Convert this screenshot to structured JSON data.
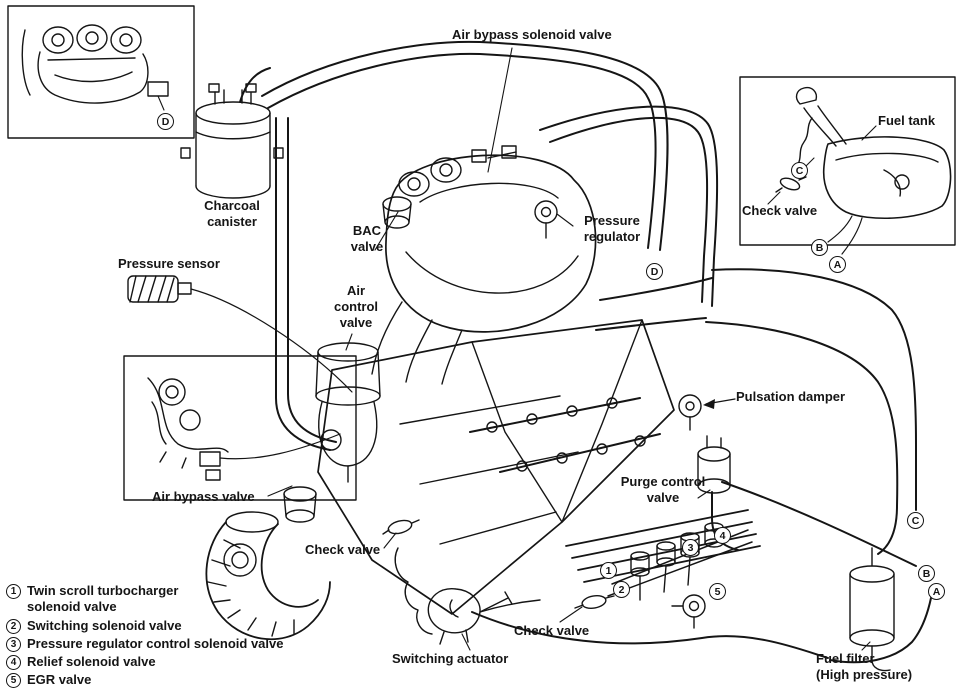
{
  "labels": {
    "air_bypass_solenoid_valve": "Air bypass solenoid valve",
    "fuel_tank": "Fuel tank",
    "check_valve_tank": "Check valve",
    "charcoal_canister": "Charcoal\ncanister",
    "bac_valve": "BAC\nvalve",
    "pressure_regulator": "Pressure\nregulator",
    "pressure_sensor": "Pressure sensor",
    "air_control_valve": "Air\ncontrol\nvalve",
    "pulsation_damper": "Pulsation damper",
    "air_bypass_valve": "Air bypass valve",
    "purge_control_valve": "Purge control\nvalve",
    "check_valve_center": "Check valve",
    "check_valve_bottom": "Check valve",
    "switching_actuator": "Switching actuator",
    "fuel_filter": "Fuel filter\n(High pressure)"
  },
  "markers": {
    "inset_top_left_d": "D",
    "center_d": "D",
    "tank_c": "C",
    "tank_b": "B",
    "tank_a": "A",
    "right_c": "C",
    "right_b": "B",
    "right_a": "A",
    "num1": "1",
    "num2": "2",
    "num3": "3",
    "num4": "4",
    "num5": "5"
  },
  "legend": {
    "items": [
      {
        "num": "1",
        "text": "Twin scroll turbocharger\nsolenoid valve"
      },
      {
        "num": "2",
        "text": "Switching solenoid valve"
      },
      {
        "num": "3",
        "text": "Pressure regulator control solenoid valve"
      },
      {
        "num": "4",
        "text": "Relief solenoid valve"
      },
      {
        "num": "5",
        "text": "EGR valve"
      }
    ]
  }
}
